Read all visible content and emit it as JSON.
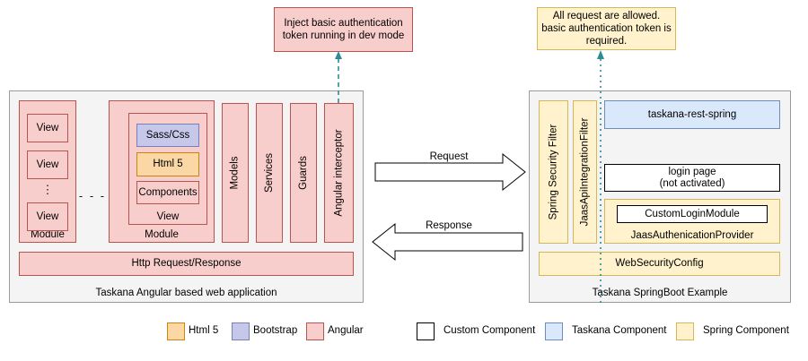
{
  "annotations": {
    "left_note": "Inject basic authentication token running in dev mode",
    "right_note": "All request are allowed. basic authentication token is required."
  },
  "client_panel": {
    "caption": "Taskana Angular based web application",
    "module_left": {
      "label": "Module",
      "views": [
        "View",
        "View",
        "View"
      ],
      "ellipsis": "⋮"
    },
    "module_separator": "- - -",
    "module_right": {
      "label": "Module",
      "view_label": "View",
      "items": [
        {
          "label": "Sass/Css",
          "kind": "bootstrap"
        },
        {
          "label": "Html 5",
          "kind": "html5"
        },
        {
          "label": "Components",
          "kind": "angular"
        }
      ]
    },
    "columns": [
      "Models",
      "Services",
      "Guards",
      "Angular interceptor"
    ],
    "http_bar": "Http Request/Response"
  },
  "flow": {
    "request_label": "Request",
    "response_label": "Response"
  },
  "server_panel": {
    "caption": "Taskana SpringBoot Example",
    "filters": [
      "Spring Security Filter",
      "JaasApiIntegrationFilter"
    ],
    "rest": "taskana-rest-spring",
    "login_page": "login page\n(not activated)",
    "login_page_line1": "login page",
    "login_page_line2": "(not activated)",
    "jaas_provider_label": "JaasAuthenicationProvider",
    "custom_login_module": "CustomLoginModule",
    "web_security_config": "WebSecurityConfig"
  },
  "legend": {
    "left_items": [
      {
        "label": "Html 5",
        "fill": "#fad7a5",
        "stroke": "#c8860d"
      },
      {
        "label": "Bootstrap",
        "fill": "#c5c8e8",
        "stroke": "#7b7fb8"
      },
      {
        "label": "Angular",
        "fill": "#f8cecc",
        "stroke": "#b85450"
      }
    ],
    "right_items": [
      {
        "label": "Custom Component",
        "fill": "#ffffff",
        "stroke": "#000000"
      },
      {
        "label": "Taskana Component",
        "fill": "#dae8fc",
        "stroke": "#6c8ebf"
      },
      {
        "label": "Spring Component",
        "fill": "#fff2cc",
        "stroke": "#d6b656"
      }
    ]
  },
  "colors": {
    "angular": "#f8cecc",
    "angular_border": "#b85450",
    "spring": "#fff2cc",
    "spring_border": "#d6b656",
    "taskana": "#dae8fc",
    "taskana_border": "#6c8ebf",
    "bootstrap": "#c5c8e8",
    "html5": "#fad7a5",
    "connector": "#2e8b96",
    "panel_bg": "#f4f4f4"
  }
}
